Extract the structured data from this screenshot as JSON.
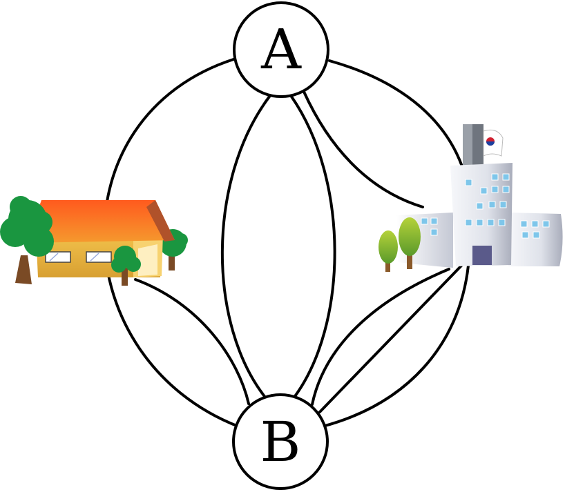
{
  "nodes": [
    {
      "id": "A",
      "label": "A"
    },
    {
      "id": "B",
      "label": "B"
    }
  ],
  "pictures": [
    {
      "id": "house",
      "icon": "house-icon"
    },
    {
      "id": "school",
      "icon": "school-building-icon"
    }
  ],
  "colors": {
    "stroke": "#000000",
    "roof": "#f26a25",
    "walls": "#e6b03c",
    "trees": "#1a9640",
    "building": "#e8eaf0",
    "windows": "#6fc4e6",
    "flag": "#ffffff"
  }
}
